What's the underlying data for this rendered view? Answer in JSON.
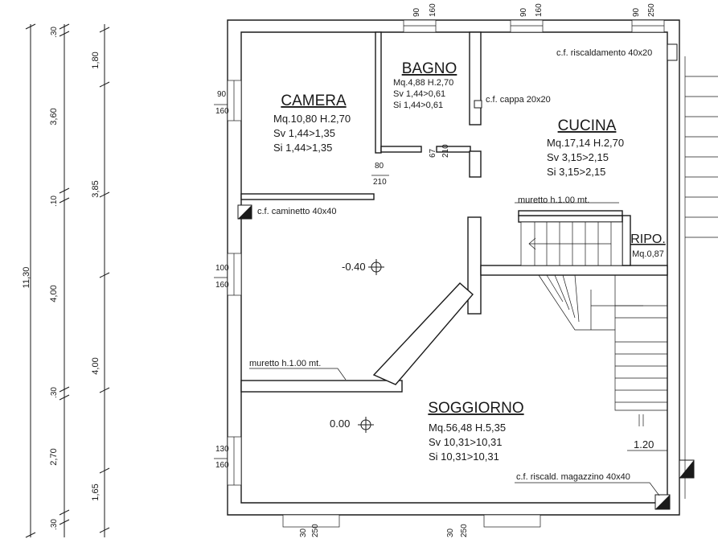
{
  "dimensions_left": {
    "outer": [
      "11,30"
    ],
    "middle": [
      "3,60",
      "3,85",
      "4,00",
      "4,00",
      "2,70",
      "1,65"
    ],
    "inner": [
      ".30",
      "1,80",
      ".10",
      ".30",
      ".30"
    ]
  },
  "rooms": {
    "camera": {
      "name": "CAMERA",
      "mq": "Mq.10,80 H.2,70",
      "sv": "Sv 1,44>1,35",
      "si": "Si 1,44>1,35"
    },
    "bagno": {
      "name": "BAGNO",
      "mq": "Mq.4,88 H.2,70",
      "sv": "Sv 1,44>0,61",
      "si": "Si 1,44>0,61"
    },
    "cucina": {
      "name": "CUCINA",
      "mq": "Mq.17,14 H.2,70",
      "sv": "Sv 3,15>2,15",
      "si": "Si 3,15>2,15"
    },
    "ripo": {
      "name": "RIPO.",
      "mq": "Mq.0,87"
    },
    "soggiorno": {
      "name": "SOGGIORNO",
      "mq": "Mq.56,48 H.5,35",
      "sv": "Sv 10,31>10,31",
      "si": "Si 10,31>10,31"
    }
  },
  "annotations": {
    "riscaldamento": "c.f. riscaldamento 40x20",
    "cappa": "c.f. cappa 20x20",
    "caminetto": "c.f. caminetto 40x40",
    "muretto_top": "muretto h.1.00 mt.",
    "muretto_left": "muretto h.1.00 mt.",
    "magazzino": "c.f. riscald. magazzino 40x40",
    "level_upper": "-0.40",
    "level_lower": "0.00",
    "stair_dim": "1.20"
  },
  "openings": {
    "top1": [
      "90",
      "160"
    ],
    "top2": [
      "90",
      "160"
    ],
    "top3": [
      "90",
      "250"
    ],
    "left1": [
      "90",
      "160"
    ],
    "left2": [
      "100",
      "160"
    ],
    "left3": [
      "130",
      "160"
    ],
    "door_camera": [
      "80",
      "210"
    ],
    "door_bagno": [
      "67",
      "210"
    ],
    "bottom1": [
      "30",
      "250"
    ],
    "bottom2": [
      "30",
      "250"
    ]
  }
}
